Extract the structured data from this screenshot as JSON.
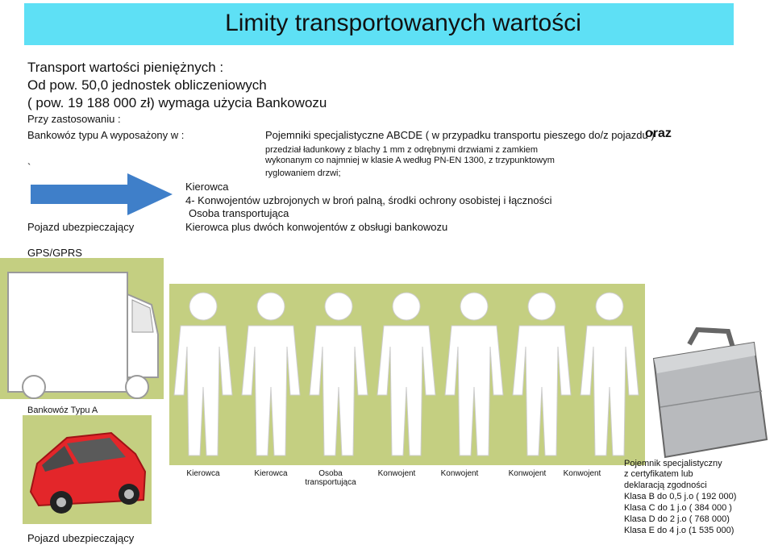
{
  "title": "Limity transportowanych wartości",
  "intro": {
    "line1": "Transport wartości pieniężnych :",
    "line2": "Od  pow. 50,0  jednostek obliczeniowych",
    "line3": "( pow. 19 188 000  zł) wymaga użycia   Bankowozu",
    "line4": "Przy zastosowaniu :"
  },
  "bankowoz": {
    "label": "Bankowóz typu A   wyposażony w :",
    "eq1": "Pojemniki specjalistyczne ABCDE ( w przypadku transportu pieszego do/z pojazdu )",
    "oraz": "oraz",
    "eq2": "przedział ładunkowy  z blachy 1 mm z  odrębnymi drzwiami  z  zamkiem",
    "eq3": "wykonanym  co  najmniej w  klasie  A  według  PN-EN  1300,  z  trzypunktowym",
    "eq4": "ryglowaniem drzwi;",
    "backtick": "`"
  },
  "crew": {
    "driver": "Kierowca",
    "guards": "4-  Konwojentów uzbrojonych  w broń palną, środki ochrony osobistej i łączności",
    "person": "Osoba transportująca",
    "escort_label": "Pojazd  ubezpieczający",
    "escort_crew": "Kierowca    plus    dwóch konwojentów z obsługi bankowozu"
  },
  "gps": "GPS/GPRS",
  "truck_caption": "Bankowóz  Typu A",
  "car_caption": "Pojazd ubezpieczający",
  "people_labels": [
    "Kierowca",
    "Kierowca",
    "Osoba transportująca",
    "Konwojent",
    "Konwojent",
    "Konwojent",
    "Konwojent"
  ],
  "container": {
    "line1": "Pojemnik specjalistyczny",
    "line2": "z  certyfikatem  lub",
    "line3": "deklaracją zgodności",
    "classes": [
      "Klasa B  do 0,5 j.o ( 192 000)",
      "Klasa C  do 1 j.o ( 384 000 )",
      "Klasa D  do 2 j.o ( 768 000)",
      "Klasa E  do 4  j.o  (1 535 000)"
    ]
  },
  "colors": {
    "title_bg": "#5ee0f5",
    "arrow": "#3f7fc9",
    "figure_bg": "#c4cf81",
    "car": "#e3262a"
  }
}
